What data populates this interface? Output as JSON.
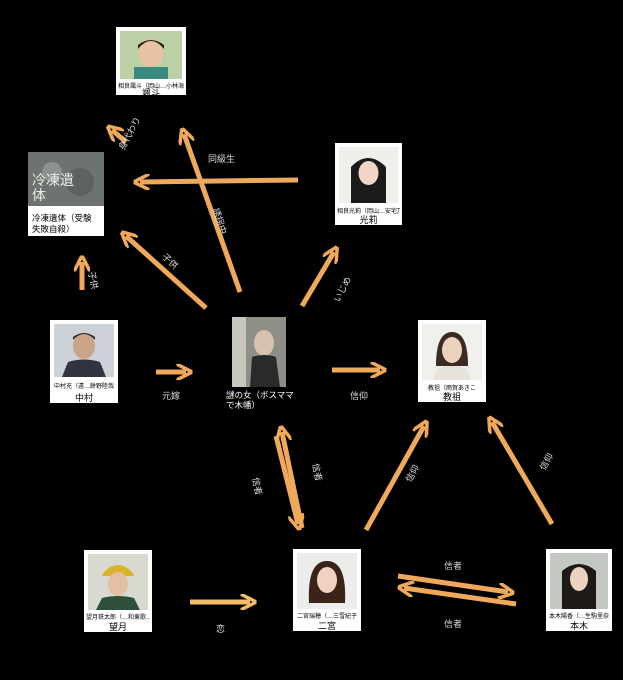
{
  "colors": {
    "arrow": "#f0a95b",
    "arrow_light": "#f4bb6a",
    "bg": "#000000"
  },
  "nodes": {
    "hayato": {
      "caption": "相良颯斗（岡山…小林海汰）",
      "name": "颯斗"
    },
    "frozen": {
      "image_text": "冷凍遺体",
      "line1": "冷凍遺体（受験",
      "line2": "失敗自殺）"
    },
    "hikari": {
      "caption": "相良光莉（岡山…安宅乃せ",
      "name": "光莉"
    },
    "nakamura": {
      "caption": "中村充（遠…餅野陸哉",
      "name": "中村"
    },
    "woman": {
      "line1": "謎の女（ボスママ",
      "line2": "で木幡）"
    },
    "kyouso": {
      "caption": "教祖（雨賀あきこ",
      "name": "教祖"
    },
    "mochizuki": {
      "caption": "望月鉄太郎（…和東歌…",
      "name": "望月"
    },
    "ninomiya": {
      "caption": "二宮瑞穂（…三雪紀子",
      "name": "二宮"
    },
    "motoki": {
      "caption": "本木陽香（…生駒里奈",
      "name": "本木"
    }
  },
  "edges": {
    "hayato_frozen": "身代わり",
    "hikari_frozen": "同級生",
    "woman_hayato": "誘拐中",
    "woman_frozen": "子供",
    "nakamura_frozen": "子供",
    "woman_hikari": "いじめ",
    "nakamura_woman": "元嫁",
    "woman_kyouso": "信仰",
    "ninomiya_woman_up": "信者",
    "ninomiya_woman_down": "信者",
    "ninomiya_kyouso": "信仰",
    "motoki_kyouso": "信仰",
    "mochizuki_ninomiya": "恋",
    "ninomiya_motoki": "信者",
    "motoki_ninomiya": "信者"
  }
}
